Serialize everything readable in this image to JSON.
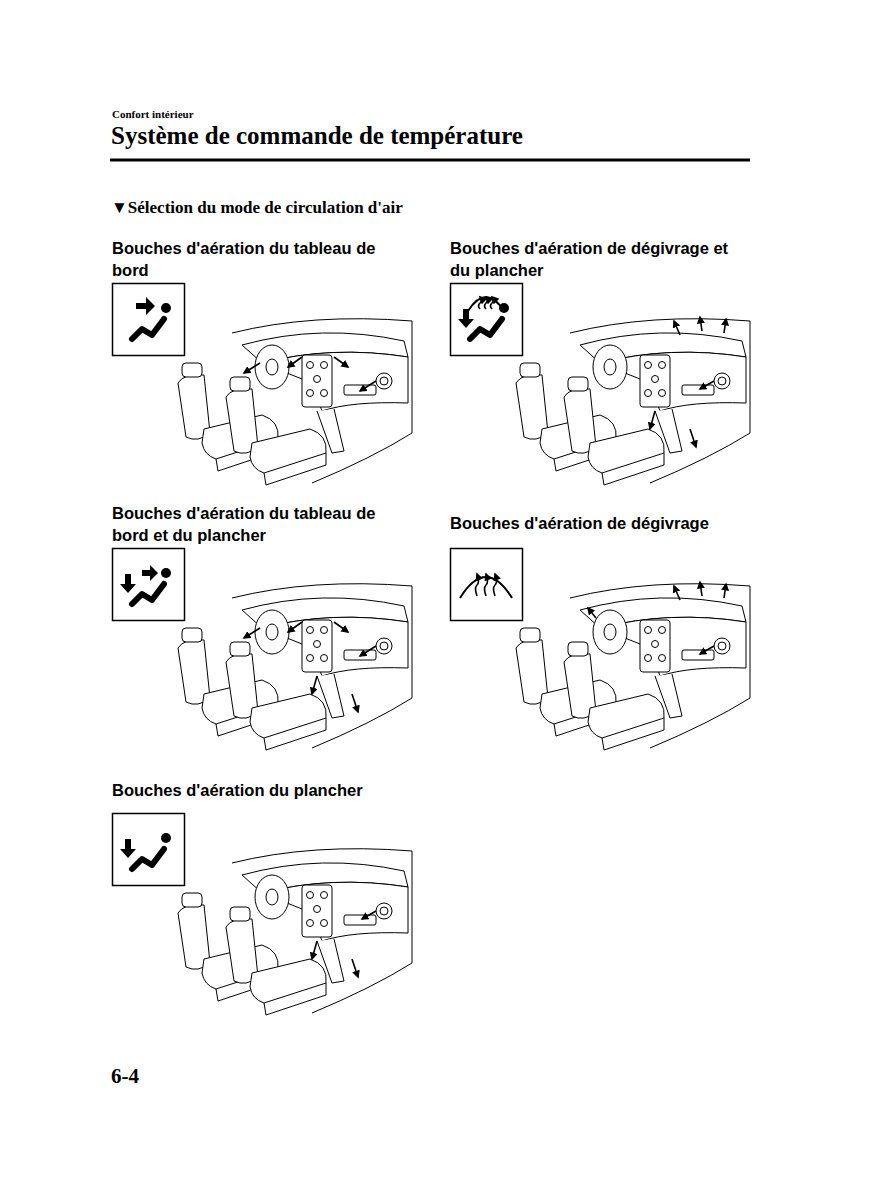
{
  "diagram": {
    "title": "Système de commande de température",
    "labels": [
      "Confort intérieur",
      "▼Sélection du mode de circulation d'air",
      "Bouches d'aération du tableau de bord",
      "Bouches d'aération de dégivrage et du plancher",
      "Bouches d'aération du tableau de bord et du plancher",
      "Bouches d'aération de dégivrage",
      "Bouches d'aération du plancher",
      "6-4"
    ]
  }
}
